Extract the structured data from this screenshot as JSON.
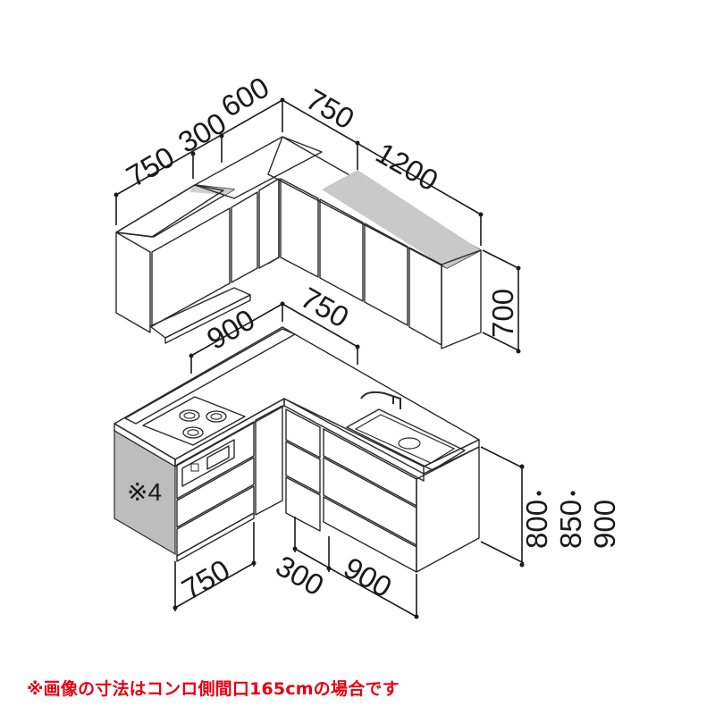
{
  "dimensions": {
    "upper_left_width": "750",
    "upper_corner_width": "300",
    "upper_filler_width": "600",
    "upper_right_depth": "750",
    "upper_right_width": "1200",
    "upper_height": "700",
    "counter_left_width": "900",
    "counter_right_depth": "750",
    "lower_left_width": "750",
    "lower_corner_width": "300",
    "lower_right_width": "900",
    "lower_heights": [
      "800",
      "850",
      "900"
    ],
    "height_separator": "・",
    "side_panel_note": "※4"
  },
  "footnote": "※画像の寸法はコンロ側間口165cmの場合です",
  "colors": {
    "door_blue": "#a8dcf5",
    "carcass_white": "#ffffff",
    "top_gray": "#cfcfcf",
    "side_gray": "#bdbdbd",
    "note_red": "#e60012"
  }
}
